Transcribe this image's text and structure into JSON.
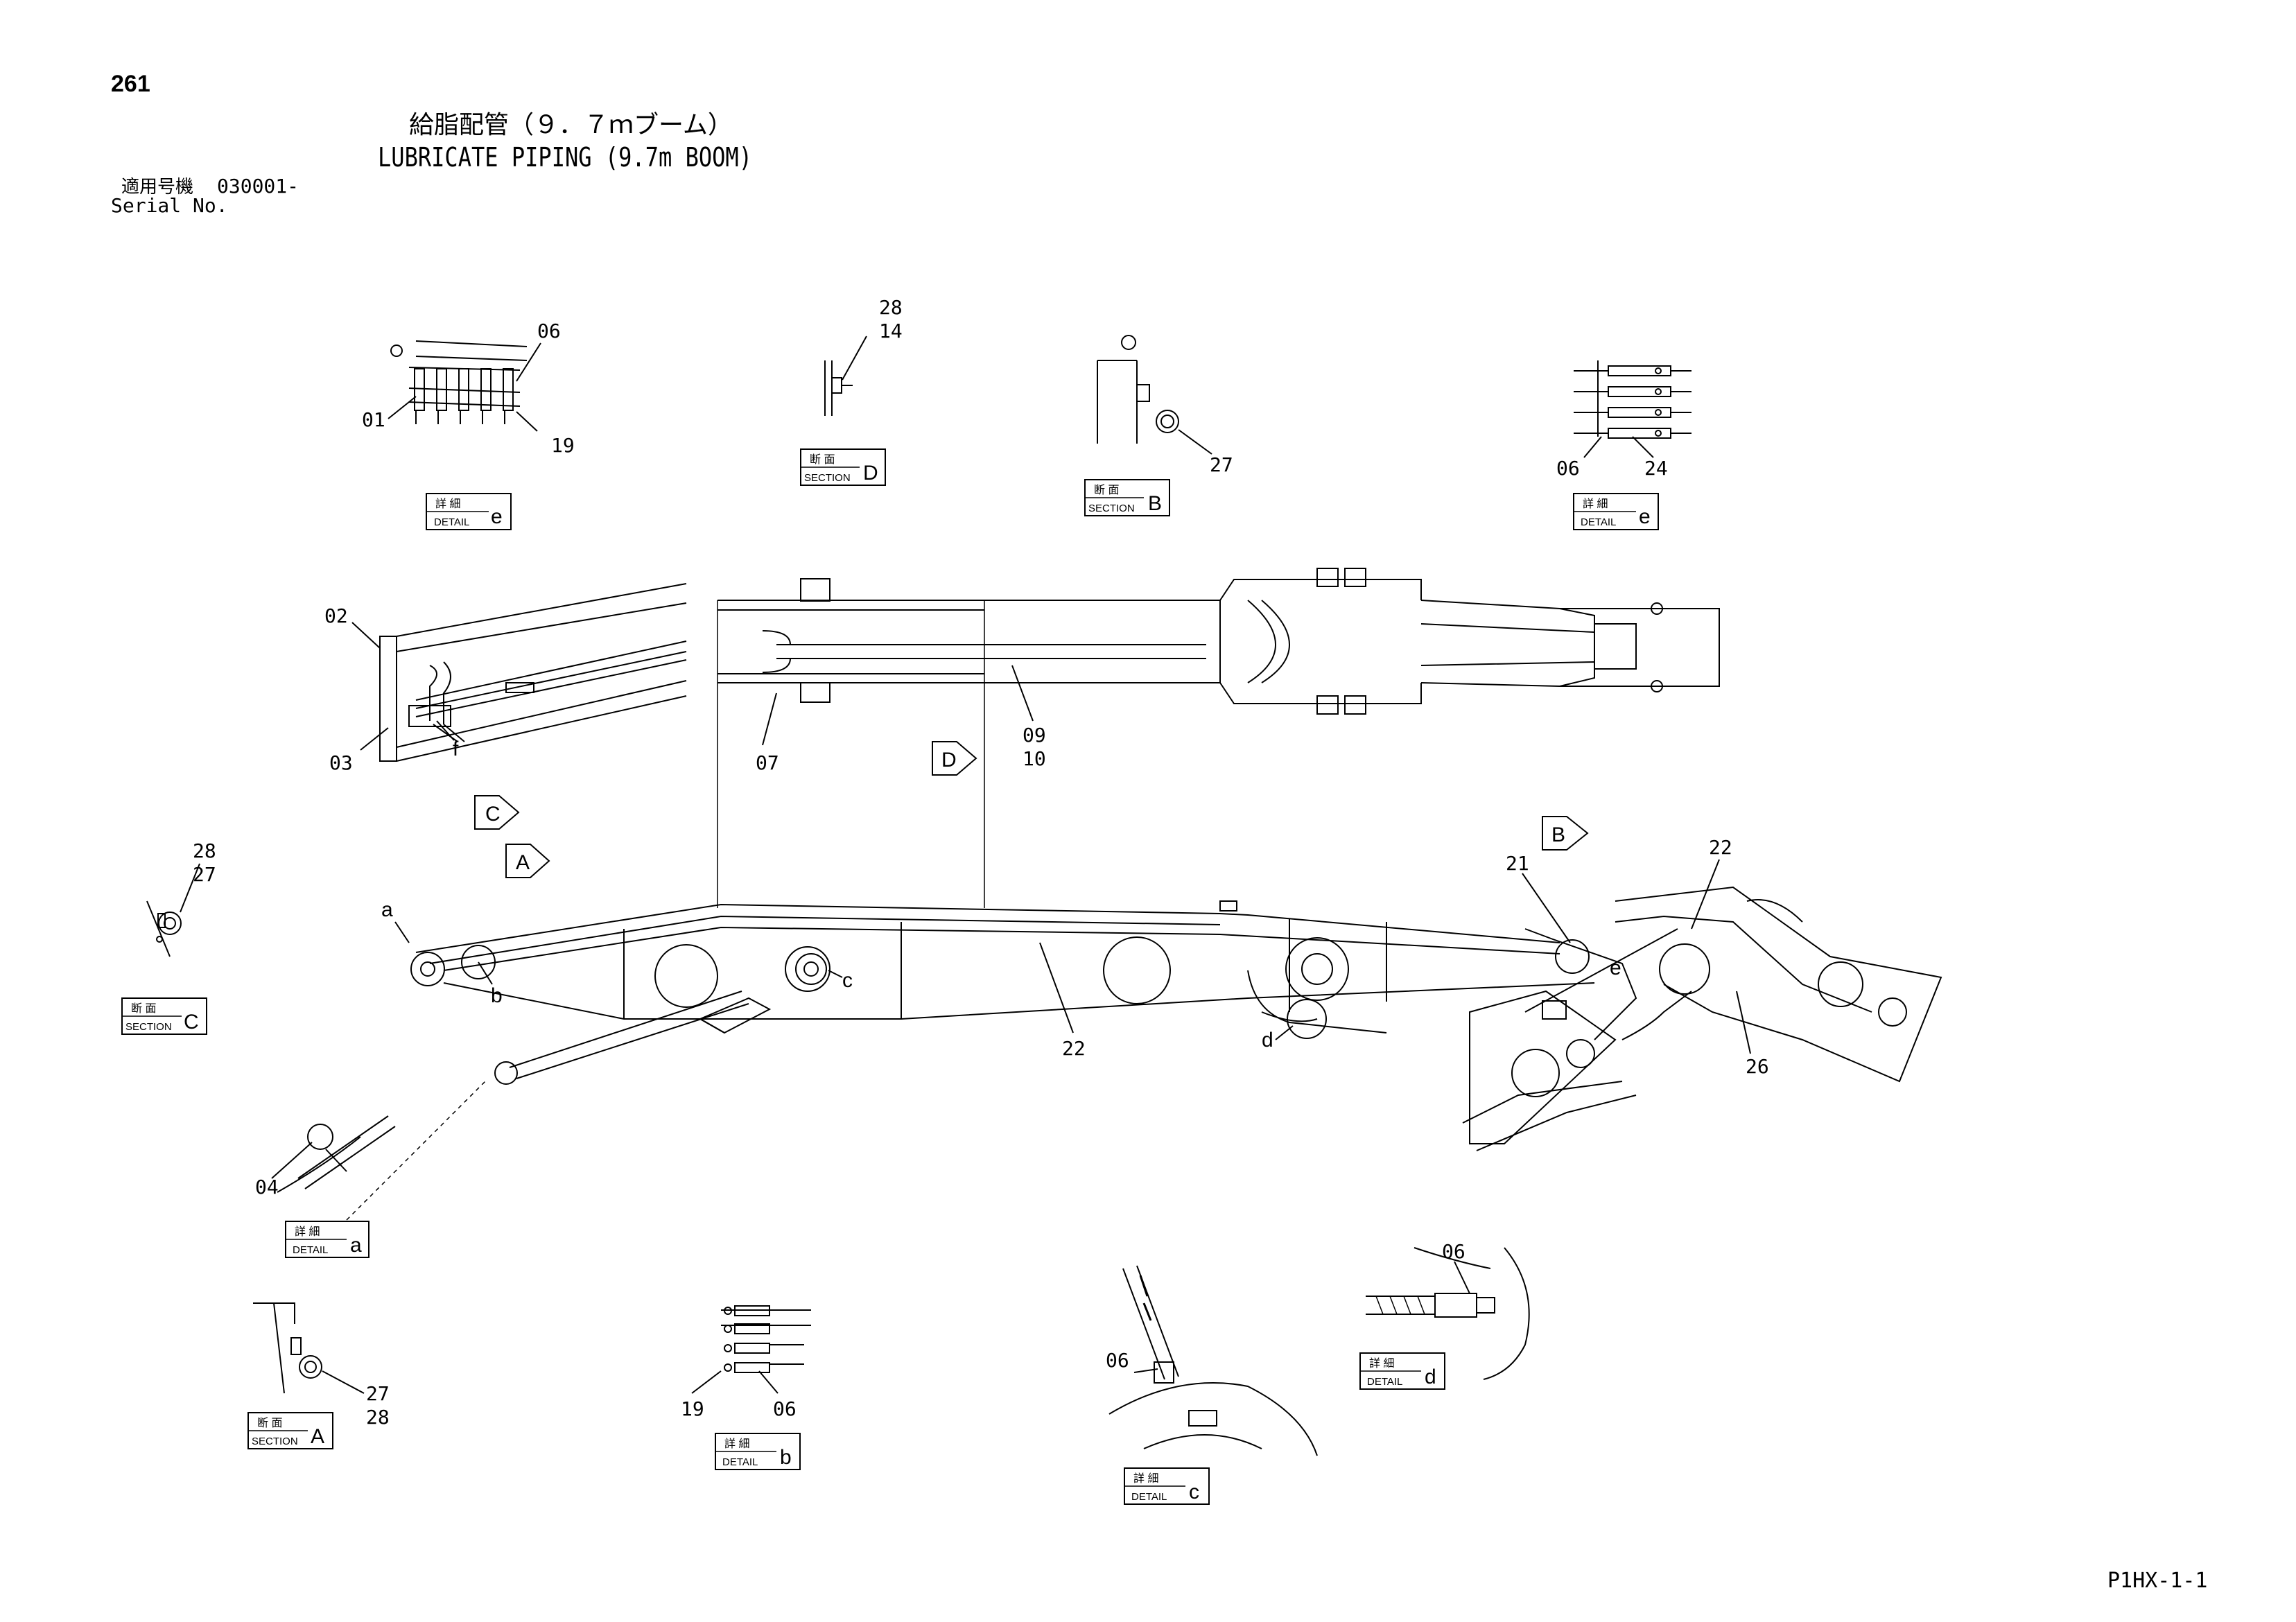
{
  "header": {
    "page_number": "261",
    "title_jp": "給脂配管（９．７ｍブーム）",
    "title_en": "LUBRICATE PIPING (9.7m BOOM)",
    "serial_label_jp": "適用号機",
    "serial_label_en": "Serial No.",
    "serial_value": "030001-"
  },
  "tags": {
    "detail_jp": "詳 細",
    "detail_en": "DETAIL",
    "section_jp": "断 面",
    "section_en": "SECTION",
    "detail_e_top": "e",
    "detail_e_right": "e",
    "detail_a": "a",
    "detail_b": "b",
    "detail_c": "c",
    "detail_d": "d",
    "section_a": "A",
    "section_b": "B",
    "section_c": "C",
    "section_d": "D"
  },
  "view_arrows": {
    "c": "C",
    "a": "A",
    "d": "D",
    "b": "B"
  },
  "labels": {
    "detail_e_left_06": "06",
    "detail_e_left_01": "01",
    "detail_e_left_19": "19",
    "section_d_28": "28",
    "section_d_14": "14",
    "section_b_27": "27",
    "detail_e_right_06": "06",
    "detail_e_right_24": "24",
    "detail_f_02": "02",
    "detail_f_03": "03",
    "detail_f_f": "f",
    "plan_07": "07",
    "plan_09": "09",
    "plan_10": "10",
    "section_c_28": "28",
    "section_c_27": "27",
    "boom_a": "a",
    "boom_b": "b",
    "boom_c": "c",
    "boom_d": "d",
    "boom_e": "e",
    "boom_21": "21",
    "boom_22_top": "22",
    "boom_22_bottom": "22",
    "boom_26": "26",
    "detail_a_04": "04",
    "section_a_27": "27",
    "section_a_28": "28",
    "detail_b_19": "19",
    "detail_b_06": "06",
    "detail_c_06": "06",
    "detail_d_06": "06"
  },
  "footer": {
    "drawing_code": "P1HX-1-1"
  }
}
